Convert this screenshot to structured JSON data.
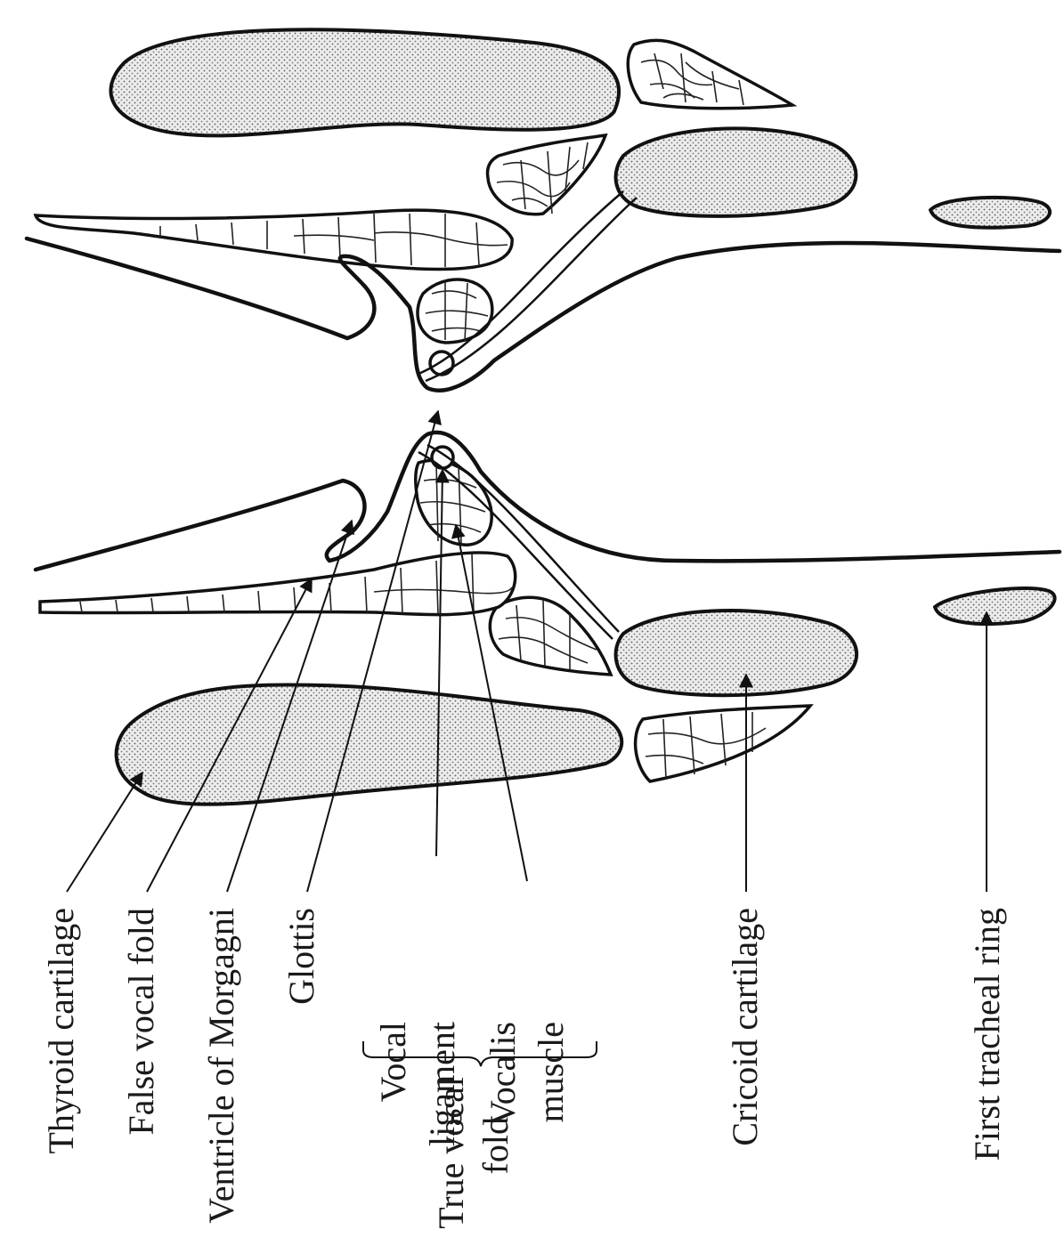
{
  "labels": {
    "thyroid_cartilage": "Thyroid cartilage",
    "false_vocal_fold": "False vocal fold",
    "ventricle_of_morgagni": "Ventricle of Morgagni",
    "glottis": "Glottis",
    "vocal_ligament_line1": "Vocal",
    "vocal_ligament_line2": "ligament",
    "vocalis_muscle_line1": "Vocalis",
    "vocalis_muscle_line2": "muscle",
    "true_vocal_fold_line1": "True vocal",
    "true_vocal_fold_line2": "fold",
    "cricoid_cartilage": "Cricoid cartilage",
    "first_tracheal_ring": "First tracheal ring"
  }
}
